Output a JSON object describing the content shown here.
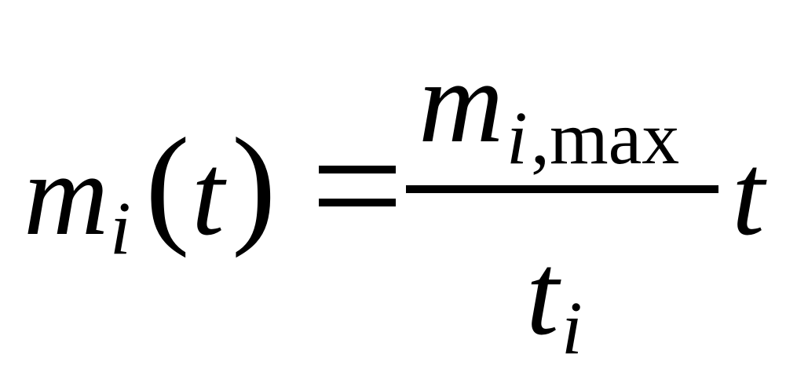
{
  "equation": {
    "lhs_symbol": "m",
    "lhs_subscript": "i",
    "open_paren": "(",
    "lhs_argument": "t",
    "close_paren": ")",
    "numerator_symbol": "m",
    "numerator_subscript_index": "i",
    "numerator_subscript_rest": ",max",
    "denominator_symbol": "t",
    "denominator_subscript": "i",
    "trailing_factor": "t"
  }
}
